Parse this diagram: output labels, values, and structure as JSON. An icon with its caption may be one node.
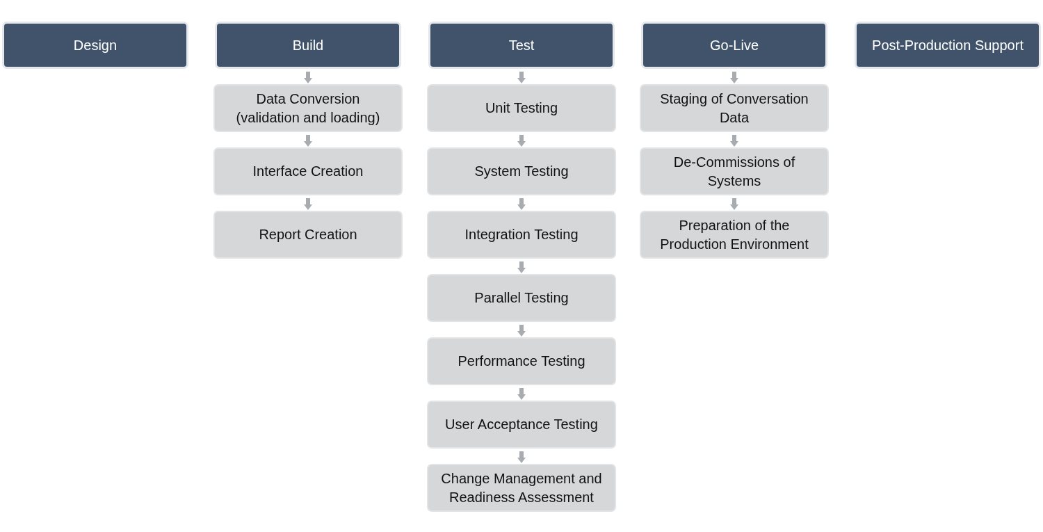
{
  "diagram": {
    "nodes": [
      {
        "text": [
          "Design"
        ]
      },
      {
        "text": [
          "Build"
        ]
      },
      {
        "text": [
          "Test"
        ]
      },
      {
        "text": [
          "Go-Live"
        ]
      },
      {
        "text": [
          "Post-Production Support"
        ]
      },
      {
        "text": [
          "Data Conversion (validation and loading)"
        ]
      },
      {
        "text": [
          "Interface Creation"
        ]
      },
      {
        "text": [
          "Report Creation"
        ]
      },
      {
        "text": [
          "Unit Testing"
        ]
      },
      {
        "text": [
          "System Testing"
        ]
      },
      {
        "text": [
          "Integration Testing"
        ]
      },
      {
        "text": [
          "Parallel Testing"
        ]
      },
      {
        "text": [
          "Performance Testing"
        ]
      },
      {
        "text": [
          "User Acceptance Testing"
        ]
      },
      {
        "text": [
          "Change Management and Readiness Assessment"
        ]
      },
      {
        "text": [
          "Staging of Conversation Data"
        ]
      },
      {
        "text": [
          "De-Commissions of Systems"
        ]
      },
      {
        "text": [
          "Preparation of the Production Environment"
        ]
      }
    ],
    "edges": [
      {
        "from": 1,
        "to": 5,
        "arrow": "to"
      },
      {
        "from": 5,
        "to": 6,
        "arrow": "to"
      },
      {
        "from": 6,
        "to": 7,
        "arrow": "to"
      },
      {
        "from": 2,
        "to": 8,
        "arrow": "to"
      },
      {
        "from": 8,
        "to": 9,
        "arrow": "to"
      },
      {
        "from": 9,
        "to": 10,
        "arrow": "to"
      },
      {
        "from": 10,
        "to": 11,
        "arrow": "to"
      },
      {
        "from": 11,
        "to": 12,
        "arrow": "to"
      },
      {
        "from": 12,
        "to": 13,
        "arrow": "to"
      },
      {
        "from": 13,
        "to": 14,
        "arrow": "to"
      },
      {
        "from": 3,
        "to": 15,
        "arrow": "to"
      },
      {
        "from": 15,
        "to": 16,
        "arrow": "to"
      },
      {
        "from": 16,
        "to": 17,
        "arrow": "to"
      }
    ]
  }
}
